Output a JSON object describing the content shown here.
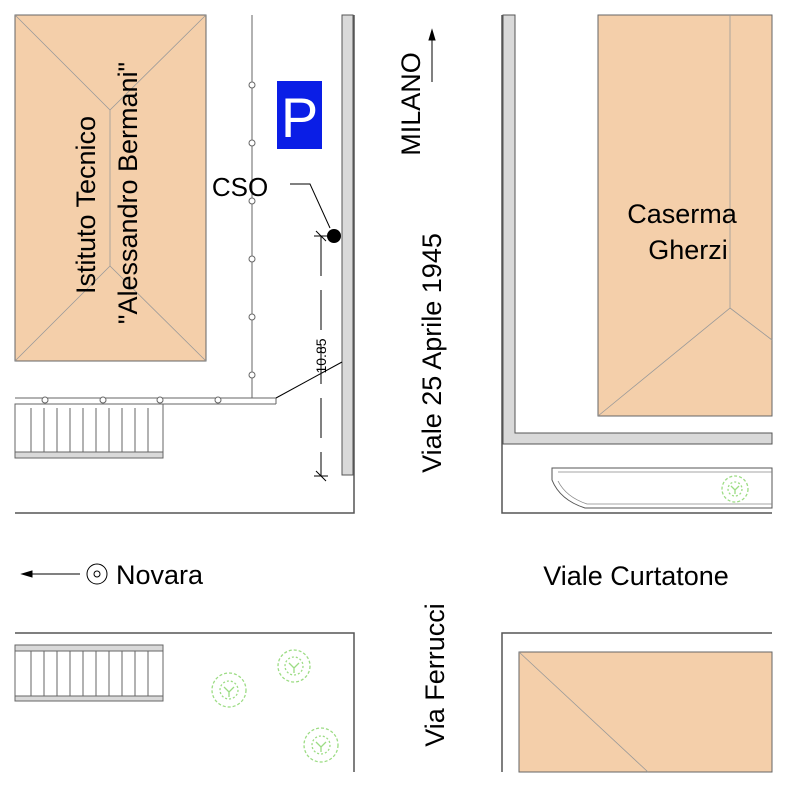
{
  "map": {
    "buildings": {
      "istituto_line1": "Istituto Tecnico",
      "istituto_line2": "\"Alessandro Bermani\"",
      "caserma_line1": "Caserma",
      "caserma_line2": "Gherzi"
    },
    "streets": {
      "viale_25_aprile": "Viale 25 Aprile 1945",
      "viale_curtatone": "Viale Curtatone",
      "via_ferrucci": "Via Ferrucci"
    },
    "directions": {
      "north": "MILANO",
      "west": "Novara"
    },
    "cso_label": "CSO",
    "dimension": "10.85",
    "parking_symbol": "P",
    "colors": {
      "building_fill": "#f4cfaa",
      "parking_blue": "#0a1ee6",
      "wall_gray": "#d9d9d9",
      "tree_green": "#9cdc84"
    }
  }
}
